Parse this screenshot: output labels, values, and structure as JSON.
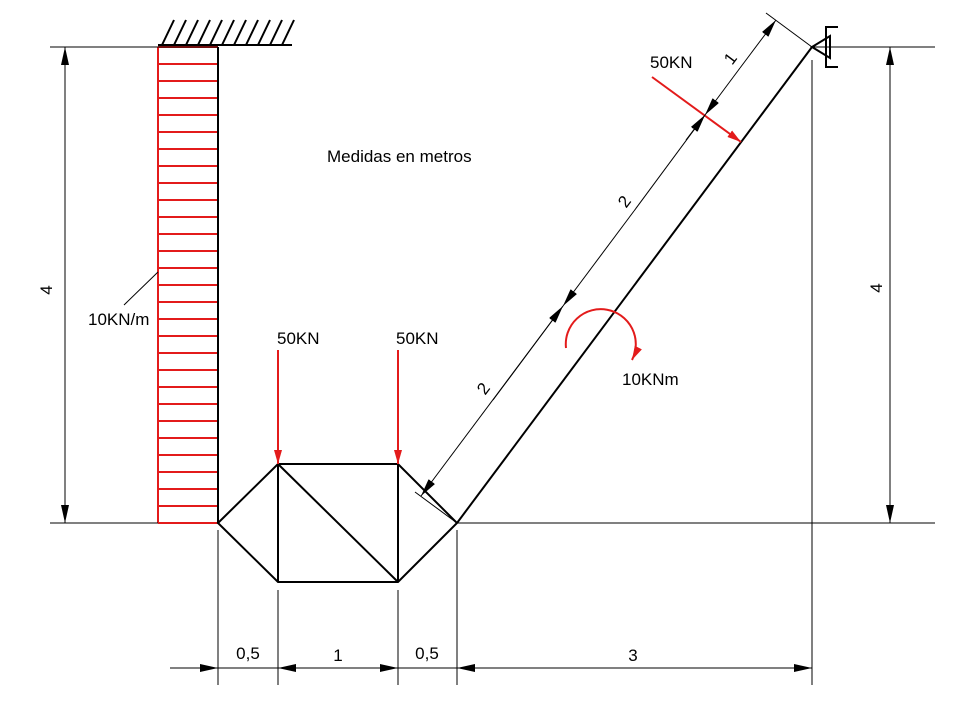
{
  "note": "Medidas en metros",
  "distributed_load": "10KN/m",
  "point_loads": [
    "50KN",
    "50KN",
    "50KN"
  ],
  "moment": "10KNm",
  "dims": {
    "left_height": "4",
    "right_height": "4",
    "bottom": [
      "0,5",
      "1",
      "0,5",
      "3"
    ],
    "inclined": [
      "2",
      "2",
      "1"
    ]
  },
  "colors": {
    "load": "#e31b1b",
    "line": "#000000"
  }
}
